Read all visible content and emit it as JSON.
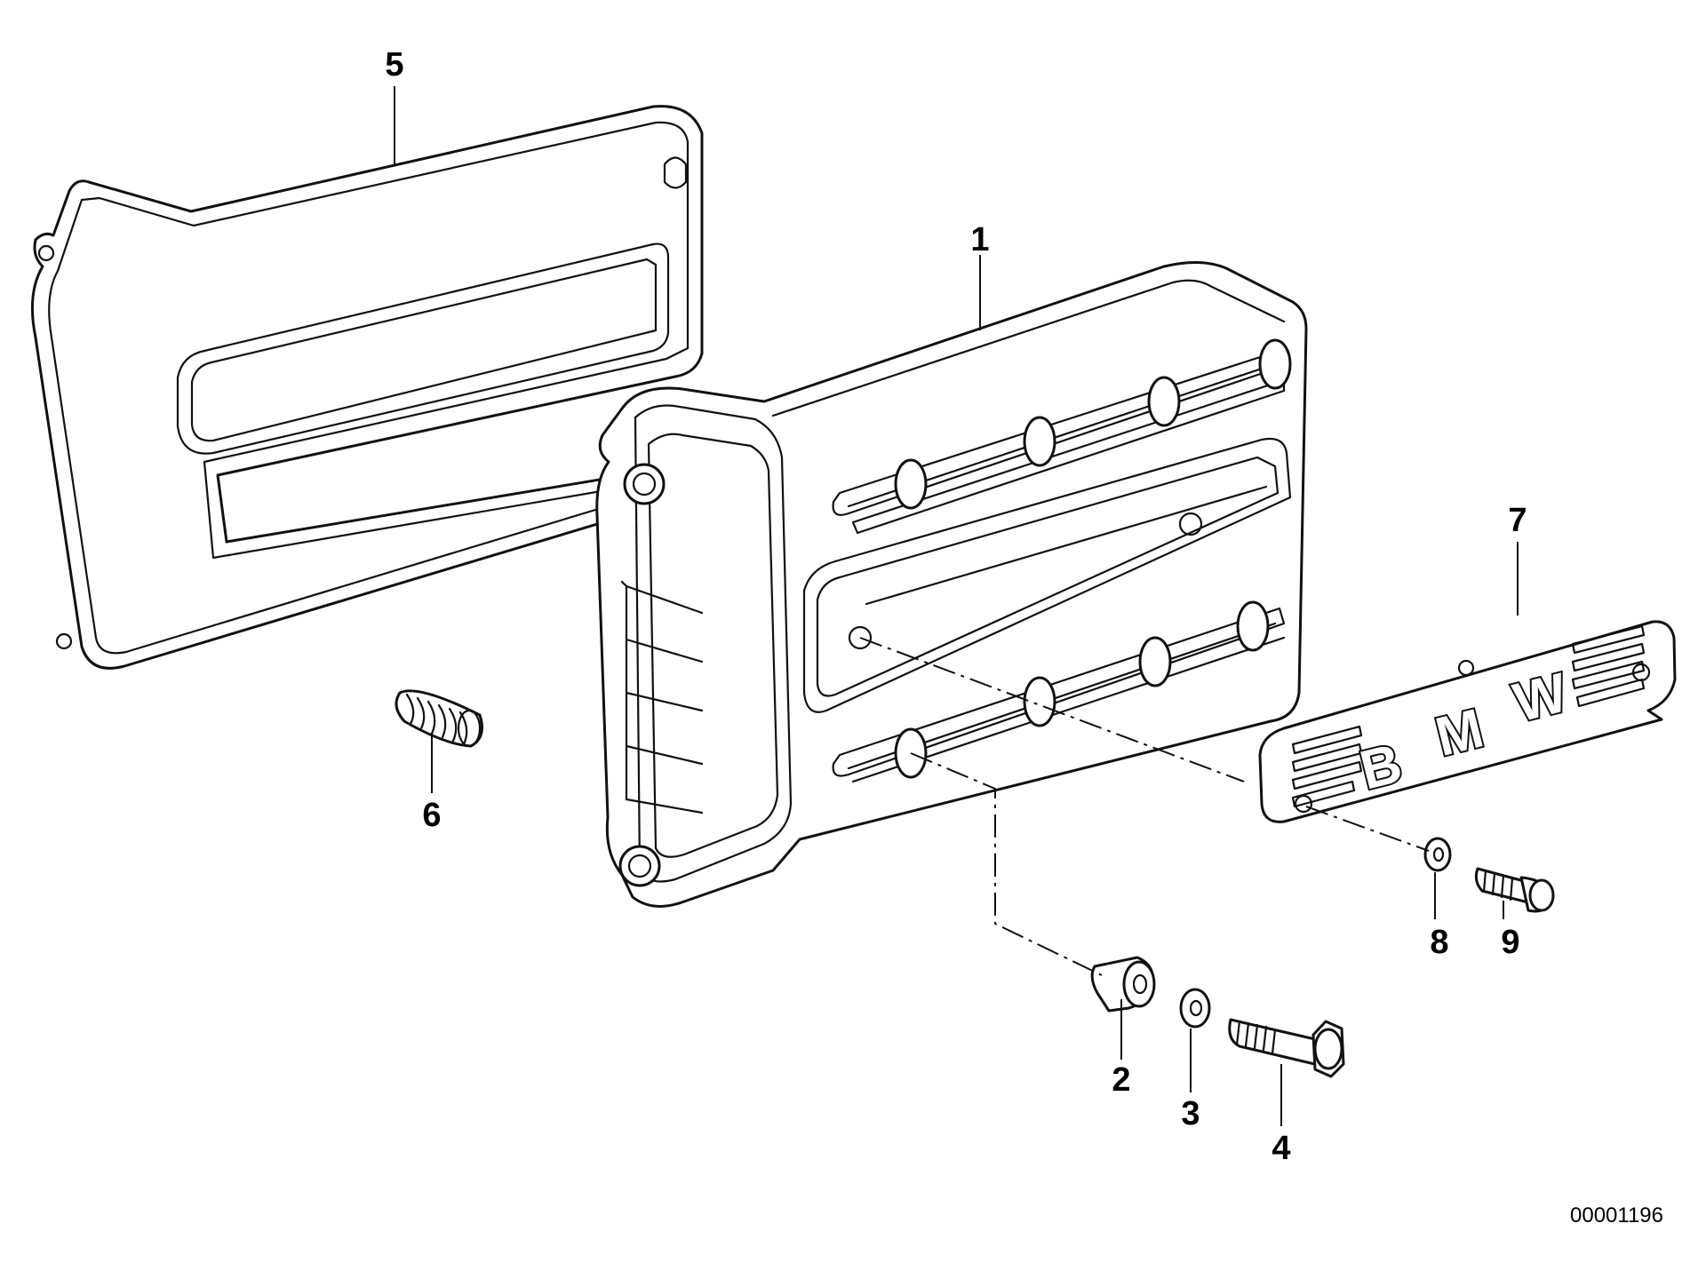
{
  "diagram": {
    "document_number": "00001196",
    "brand_lettering": [
      "B",
      "M",
      "W"
    ],
    "callouts": [
      {
        "id": "1",
        "label": "1"
      },
      {
        "id": "2",
        "label": "2"
      },
      {
        "id": "3",
        "label": "3"
      },
      {
        "id": "4",
        "label": "4"
      },
      {
        "id": "5",
        "label": "5"
      },
      {
        "id": "6",
        "label": "6"
      },
      {
        "id": "7",
        "label": "7"
      },
      {
        "id": "8",
        "label": "8"
      },
      {
        "id": "9",
        "label": "9"
      }
    ]
  }
}
